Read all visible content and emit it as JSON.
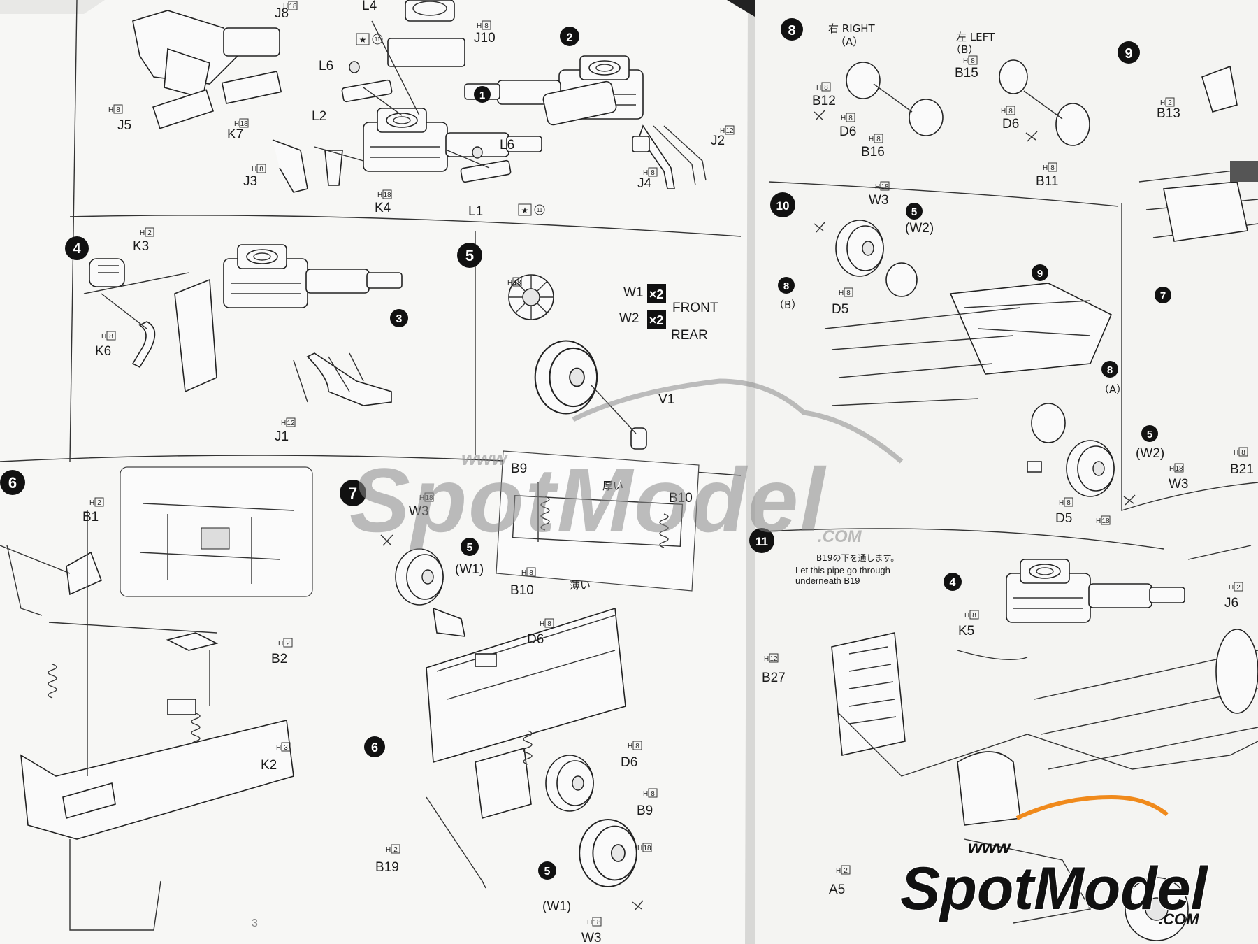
{
  "page": {
    "number": "3"
  },
  "steps": {
    "s2": "2",
    "s4": "4",
    "s5": "5",
    "s6": "6",
    "s7": "7",
    "s8": "8",
    "s9": "9",
    "s10": "10",
    "s11": "11",
    "s1": "1",
    "s3": "3"
  },
  "labels": {
    "l4": "L4",
    "j8": "J8",
    "j10": "J10",
    "l6a": "L6",
    "l6b": "L6",
    "l2": "L2",
    "l1": "L1",
    "j5": "J5",
    "k7": "K7",
    "j3": "J3",
    "k4": "K4",
    "j2": "J2",
    "j4": "J4",
    "k3": "K3",
    "k6": "K6",
    "j1": "J1",
    "w1": "W1",
    "w2": "W2",
    "v1": "V1",
    "front": "FRONT",
    "rear": "REAR",
    "x2": "×2",
    "b1": "B1",
    "b2": "B2",
    "k2": "K2",
    "w3a": "W3",
    "w1a": "(W1)",
    "b10a": "B10",
    "d6a": "D6",
    "d6b": "D6",
    "b9a": "B9",
    "b19": "B19",
    "w1b": "(W1)",
    "w3b": "W3",
    "b9b": "B9",
    "b10b": "B10",
    "thick": "厚い",
    "thin": "薄い",
    "right_jp": "右 RIGHT",
    "right_a": "（A）",
    "left_jp": "左 LEFT",
    "left_b": "（B）",
    "b12": "B12",
    "d6c": "D6",
    "b16": "B16",
    "b15": "B15",
    "d6d": "D6",
    "b11": "B11",
    "b13": "B13",
    "w3c": "W3",
    "w2a": "(W2)",
    "b_8": "（B）",
    "d5a": "D5",
    "a_8": "（A）",
    "w2b": "(W2)",
    "w3d": "W3",
    "d5b": "D5",
    "b21": "B21",
    "note_jp": "B19の下を通します。",
    "note_en1": "Let this pipe go through",
    "note_en2": "underneath B19",
    "k5": "K5",
    "j6": "J6",
    "b27": "B27",
    "a5": "A5"
  },
  "paint_codes": {
    "h18": "18",
    "h8": "8",
    "h12": "12",
    "h2": "2",
    "h3": "3",
    "h11": "11"
  },
  "watermark": {
    "www": "www",
    "brand": "SpotModel",
    "com": ".COM"
  },
  "colors": {
    "background": "#e8622a",
    "paper": "#ffffff",
    "ink": "#1a1a1a",
    "watermark": "#8a8a8a",
    "logo_orange": "#f08a1c"
  }
}
